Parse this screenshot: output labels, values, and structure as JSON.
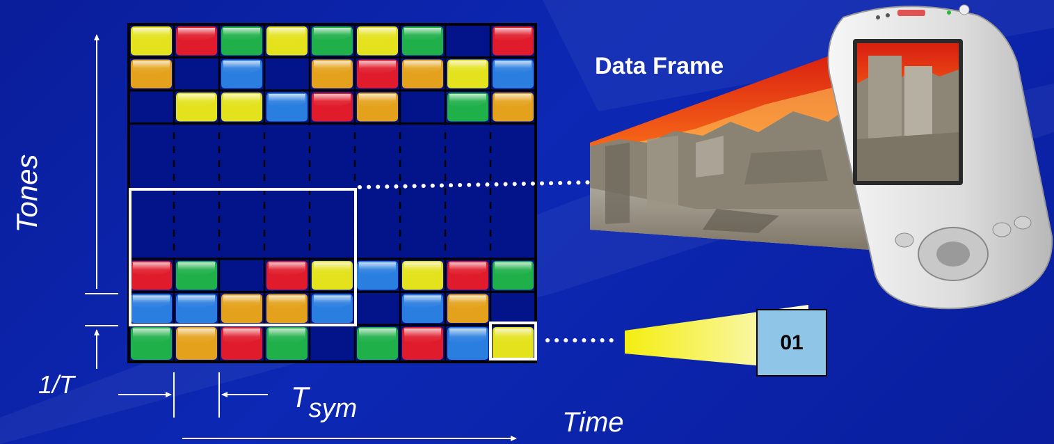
{
  "labels": {
    "tones": "Tones",
    "one_over_t": "1/T",
    "tsym_main": "T",
    "tsym_sub": "sym",
    "time": "Time",
    "data_frame": "Data Frame",
    "symbol_value": "01"
  },
  "colors": {
    "background": "#0b22a8",
    "grid_fill": "#03148a",
    "yellow": "#e4e21c",
    "red": "#e01c2c",
    "green": "#1fb04a",
    "orange": "#e4a21c",
    "blue": "#2a7ee0",
    "symbol_box": "#8fc6e8"
  },
  "grid": {
    "columns": 9,
    "rows": 8,
    "cells": [
      [
        "yellow",
        "red",
        "green",
        "yellow",
        "green",
        "yellow",
        "green",
        null,
        "red"
      ],
      [
        "orange",
        null,
        "blue",
        null,
        "orange",
        "red",
        "orange",
        "yellow",
        "blue"
      ],
      [
        null,
        "yellow",
        "yellow",
        "blue",
        "red",
        "orange",
        null,
        "green",
        "orange"
      ],
      [
        null,
        null,
        null,
        null,
        null,
        null,
        null,
        null,
        null
      ],
      [
        null,
        null,
        null,
        null,
        null,
        null,
        null,
        null,
        null
      ],
      [
        "red",
        "green",
        null,
        "red",
        "yellow",
        "blue",
        "yellow",
        "red",
        "green"
      ],
      [
        "blue",
        "blue",
        "orange",
        "orange",
        "blue",
        null,
        "blue",
        "orange",
        null
      ],
      [
        "green",
        "orange",
        "red",
        "green",
        null,
        "green",
        "red",
        "blue",
        "yellow"
      ]
    ]
  }
}
